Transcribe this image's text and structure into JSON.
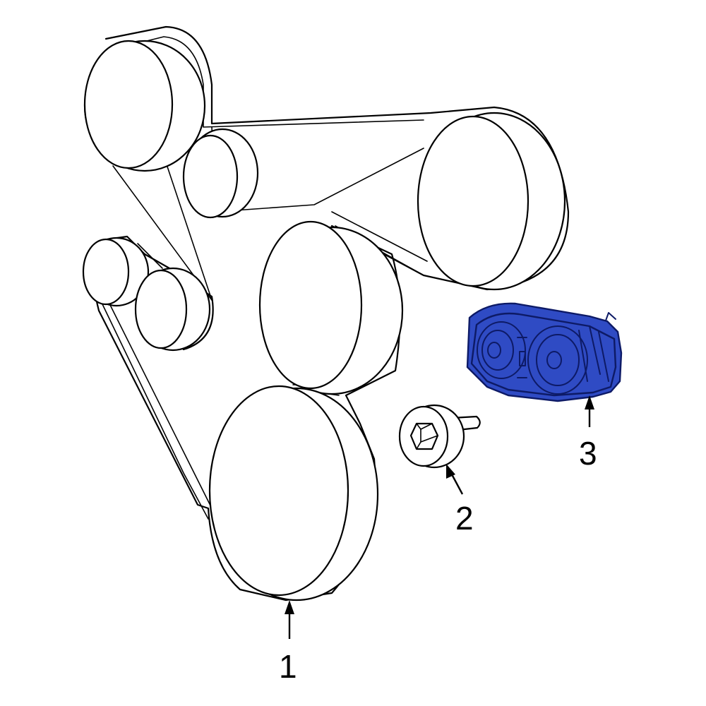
{
  "diagram": {
    "type": "parts-exploded-view",
    "highlight_color": "#2f4bc4",
    "highlight_stroke": "#0d1a66",
    "line_color": "#000000",
    "background": "#ffffff",
    "callouts": [
      {
        "id": "1",
        "label": "1"
      },
      {
        "id": "2",
        "label": "2"
      },
      {
        "id": "3",
        "label": "3"
      }
    ],
    "highlighted_part": "3"
  }
}
